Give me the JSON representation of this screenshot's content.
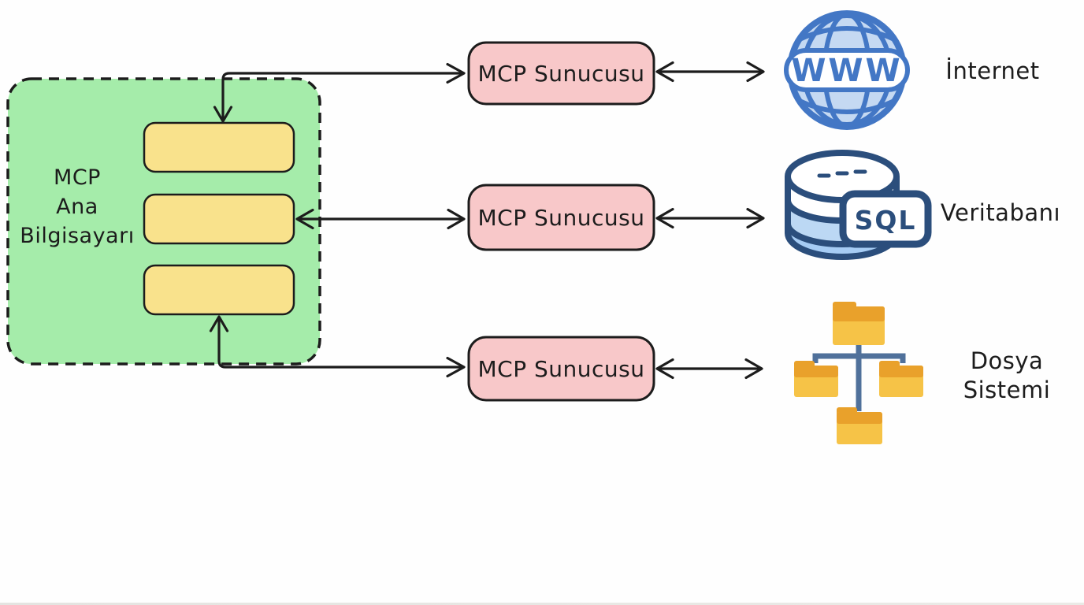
{
  "host": {
    "full_label": "MCP Ana Bilgisayarı",
    "label_line1": "MCP",
    "label_line2": "Ana",
    "label_line3": "Bilgisayarı",
    "client_slot_count": 3
  },
  "servers": [
    {
      "label": "MCP Sunucusu"
    },
    {
      "label": "MCP Sunucusu"
    },
    {
      "label": "MCP Sunucusu"
    }
  ],
  "resources": [
    {
      "name": "internet",
      "label": "İnternet",
      "icon": "globe-www-icon",
      "icon_text": "WWW"
    },
    {
      "name": "database",
      "label": "Veritabanı",
      "icon": "database-sql-icon",
      "icon_text": "SQL"
    },
    {
      "name": "filesystem",
      "label": "Dosya Sistemi",
      "icon": "folder-tree-icon"
    }
  ],
  "colors": {
    "host_fill": "#a5ecaa",
    "client_fill": "#f9e28c",
    "server_fill": "#f8c8c9",
    "stroke": "#1c1c1c",
    "globe_blue": "#4377c5",
    "globe_fill": "#c5d9f2",
    "db_navy": "#2b4e7c",
    "db_band_mid": "#bcd8f4",
    "db_band_bottom": "#a6ccf4",
    "folder_light": "#f6c347",
    "folder_dark": "#e9a12b",
    "connector_slate": "#50719b"
  }
}
